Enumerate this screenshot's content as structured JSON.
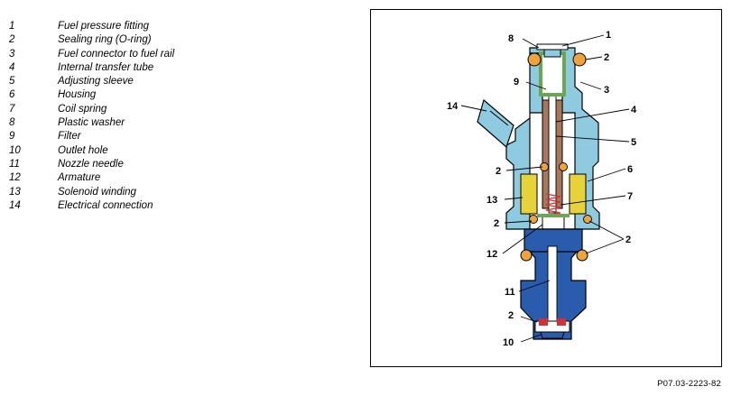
{
  "legend": [
    {
      "num": "1",
      "text": "Fuel pressure fitting"
    },
    {
      "num": "2",
      "text": "Sealing ring (O-ring)"
    },
    {
      "num": "3",
      "text": "Fuel connector to fuel rail"
    },
    {
      "num": "4",
      "text": "Internal transfer tube"
    },
    {
      "num": "5",
      "text": "Adjusting sleeve"
    },
    {
      "num": "6",
      "text": "Housing"
    },
    {
      "num": "7",
      "text": "Coil spring"
    },
    {
      "num": "8",
      "text": "Plastic washer"
    },
    {
      "num": "9",
      "text": "Filter"
    },
    {
      "num": "10",
      "text": "Outlet hole"
    },
    {
      "num": "11",
      "text": "Nozzle needle"
    },
    {
      "num": "12",
      "text": "Armature"
    },
    {
      "num": "13",
      "text": "Solenoid winding"
    },
    {
      "num": "14",
      "text": "Electrical connection"
    }
  ],
  "callouts": {
    "c1": "1",
    "c2a": "2",
    "c3": "3",
    "c4": "4",
    "c5": "5",
    "c6": "6",
    "c7": "7",
    "c8": "8",
    "c9": "9",
    "c10": "10",
    "c11": "11",
    "c12": "12",
    "c13": "13",
    "c14": "14",
    "c2b": "2",
    "c2c": "2",
    "c2d": "2",
    "c2e": "2",
    "c2f": "2"
  },
  "reference_code": "P07.03-2223-82",
  "colors": {
    "housing_light_blue": "#8ecbe0",
    "lower_body_blue": "#2a5cad",
    "sleeve_brown": "#a9785a",
    "filter_green": "#6aa84f",
    "seal_orange": "#f0a23c",
    "coil_yellow": "#e8d23a",
    "outlet_red": "#d63030",
    "outline": "#000000"
  }
}
